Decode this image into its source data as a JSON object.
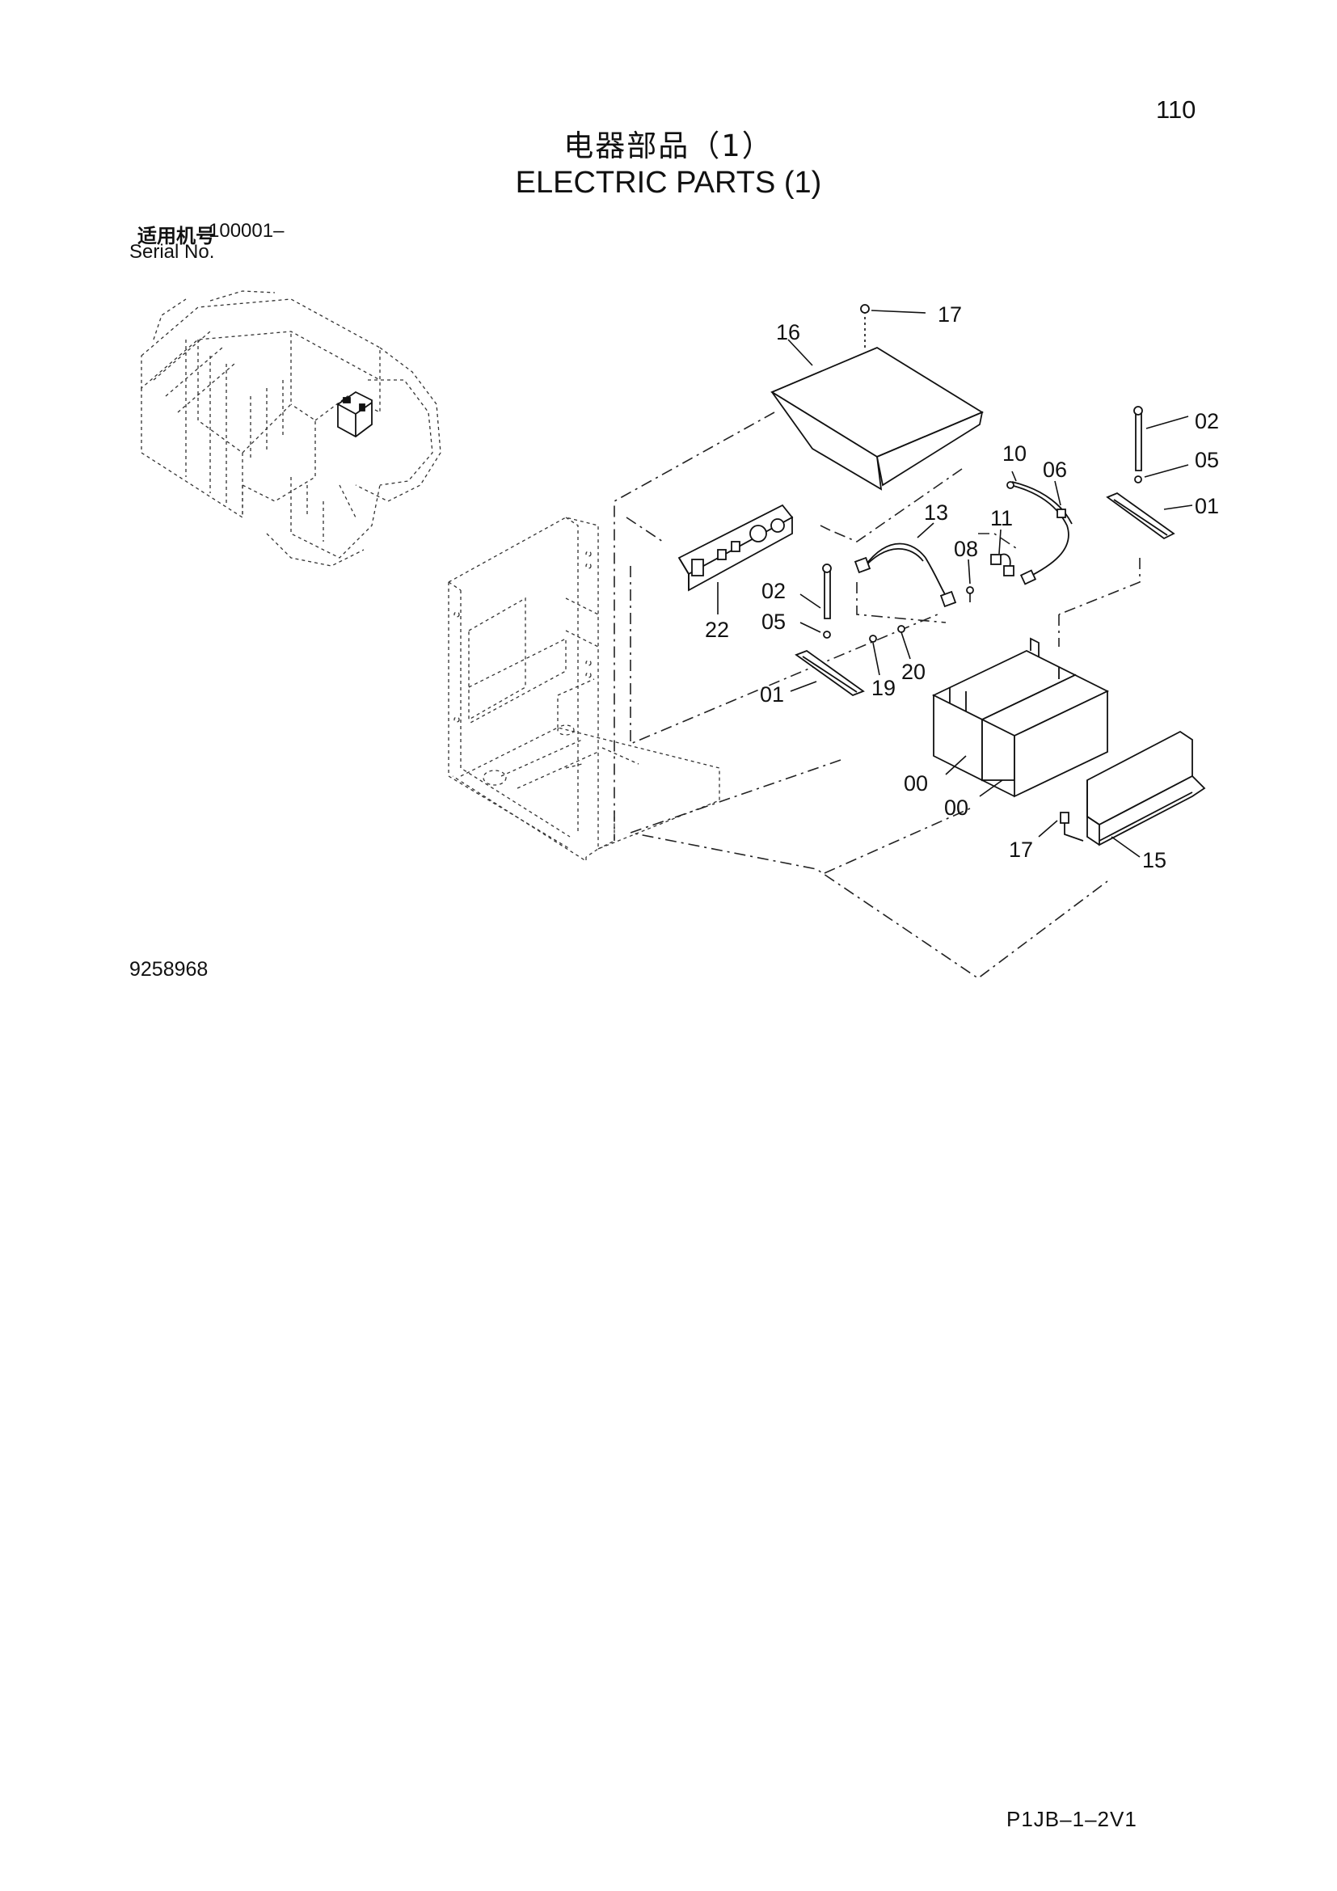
{
  "page_number": "110",
  "title_cn": "电器部品（1）",
  "title_en": "ELECTRIC PARTS (1)",
  "serial": {
    "label_cn": "适用机号",
    "range": "100001–",
    "label_en": "Serial No."
  },
  "drawing_number": "9258968",
  "doc_code": "P1JB–1–2V1",
  "callouts": {
    "c17a": "17",
    "c16": "16",
    "c02a": "02",
    "c05a": "05",
    "c01a": "01",
    "c10": "10",
    "c06": "06",
    "c13": "13",
    "c11": "11",
    "c08": "08",
    "c02b": "02",
    "c05b": "05",
    "c22": "22",
    "c19": "19",
    "c20": "20",
    "c01b": "01",
    "c00a": "00",
    "c00b": "00",
    "c17b": "17",
    "c15": "15"
  }
}
